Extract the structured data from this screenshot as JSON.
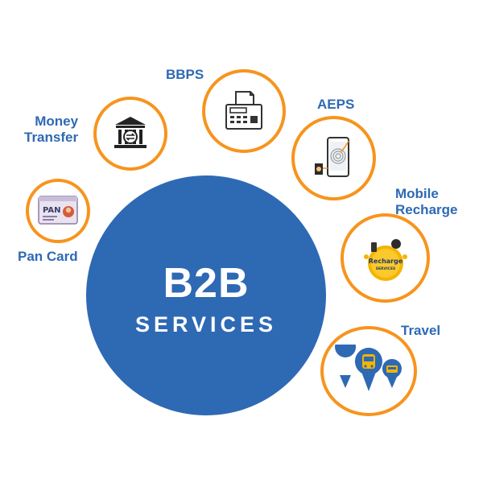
{
  "hub": {
    "title": "B2B",
    "subtitle": "SERVICES"
  },
  "colors": {
    "hub": "#2e69b4",
    "ring": "#f7941d",
    "label": "#2e69b4"
  },
  "services": [
    {
      "id": "bbps",
      "label": "BBPS",
      "icon": "bill-printer-icon"
    },
    {
      "id": "money-transfer",
      "label": "Money\nTransfer",
      "icon": "bank-transfer-icon"
    },
    {
      "id": "aeps",
      "label": "AEPS",
      "icon": "fingerprint-phone-icon"
    },
    {
      "id": "pan-card",
      "label": "Pan Card",
      "icon": "pan-card-icon",
      "card_text": "PAN"
    },
    {
      "id": "mobile-recharge",
      "label": "Mobile\nRecharge",
      "icon": "recharge-badge-icon",
      "badge_text": "Recharge",
      "badge_subtext": "SERVICES"
    },
    {
      "id": "travel",
      "label": "Travel",
      "icon": "travel-pins-icon"
    }
  ]
}
